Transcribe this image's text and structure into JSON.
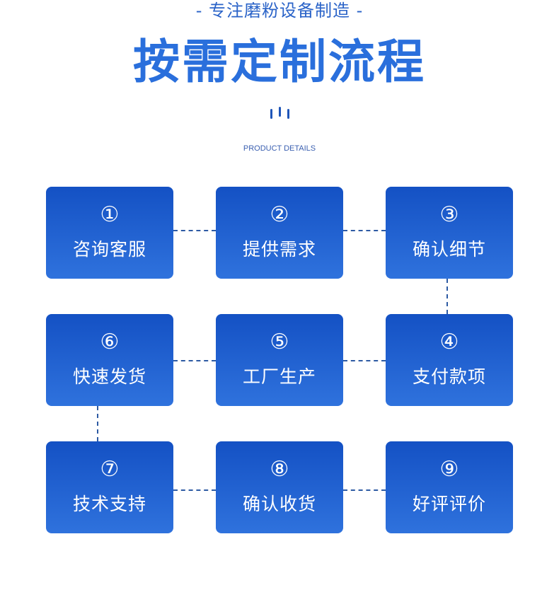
{
  "header": {
    "subtitle": "- 专注磨粉设备制造 -",
    "title": "按需定制流程",
    "tagline": "PRODUCT DETAILS"
  },
  "steps": [
    {
      "num": "①",
      "label": "咨询客服"
    },
    {
      "num": "②",
      "label": "提供需求"
    },
    {
      "num": "③",
      "label": "确认细节"
    },
    {
      "num": "④",
      "label": "支付款项"
    },
    {
      "num": "⑤",
      "label": "工厂生产"
    },
    {
      "num": "⑥",
      "label": "快速发货"
    },
    {
      "num": "⑦",
      "label": "技术支持"
    },
    {
      "num": "⑧",
      "label": "确认收货"
    },
    {
      "num": "⑨",
      "label": "好评评价"
    }
  ],
  "colors": {
    "title": "#2a6fdc",
    "box_top": "#1451c4",
    "box_bottom": "#2f72dd",
    "connector": "#2d5aa3"
  }
}
